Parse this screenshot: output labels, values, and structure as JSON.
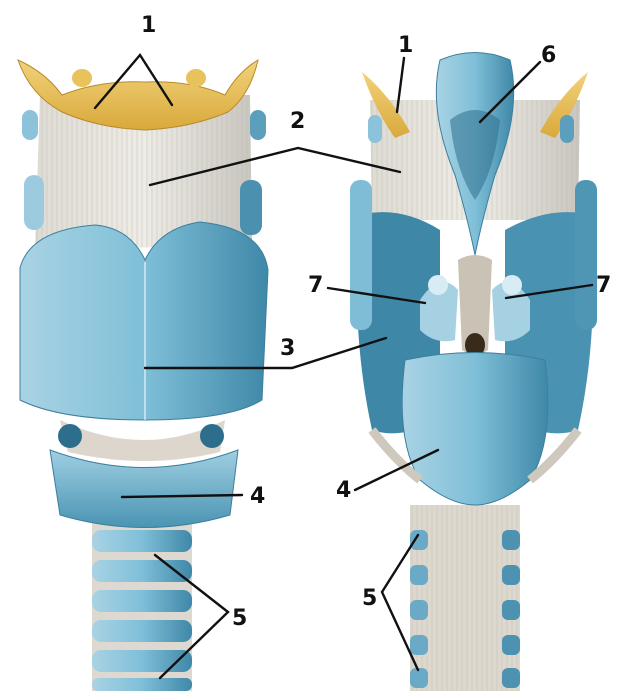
{
  "labels": {
    "hyoid_left": "1",
    "hyoid_right": "1",
    "membrane_left": "2",
    "membrane_right": "2",
    "thyroid": "3",
    "cricoid_left": "4",
    "cricoid_right": "4",
    "trachea_left": "5",
    "trachea_right": "5",
    "epiglottis": "6",
    "arytenoid_left": "7",
    "arytenoid_right": "7"
  },
  "colors": {
    "cartilage": "#6fb3cf",
    "cartilage_dark": "#3d86a6",
    "cartilage_light": "#b8dbe8",
    "membrane": "#e6e2da",
    "bone": "#e9c35c",
    "background": "#ffffff"
  }
}
